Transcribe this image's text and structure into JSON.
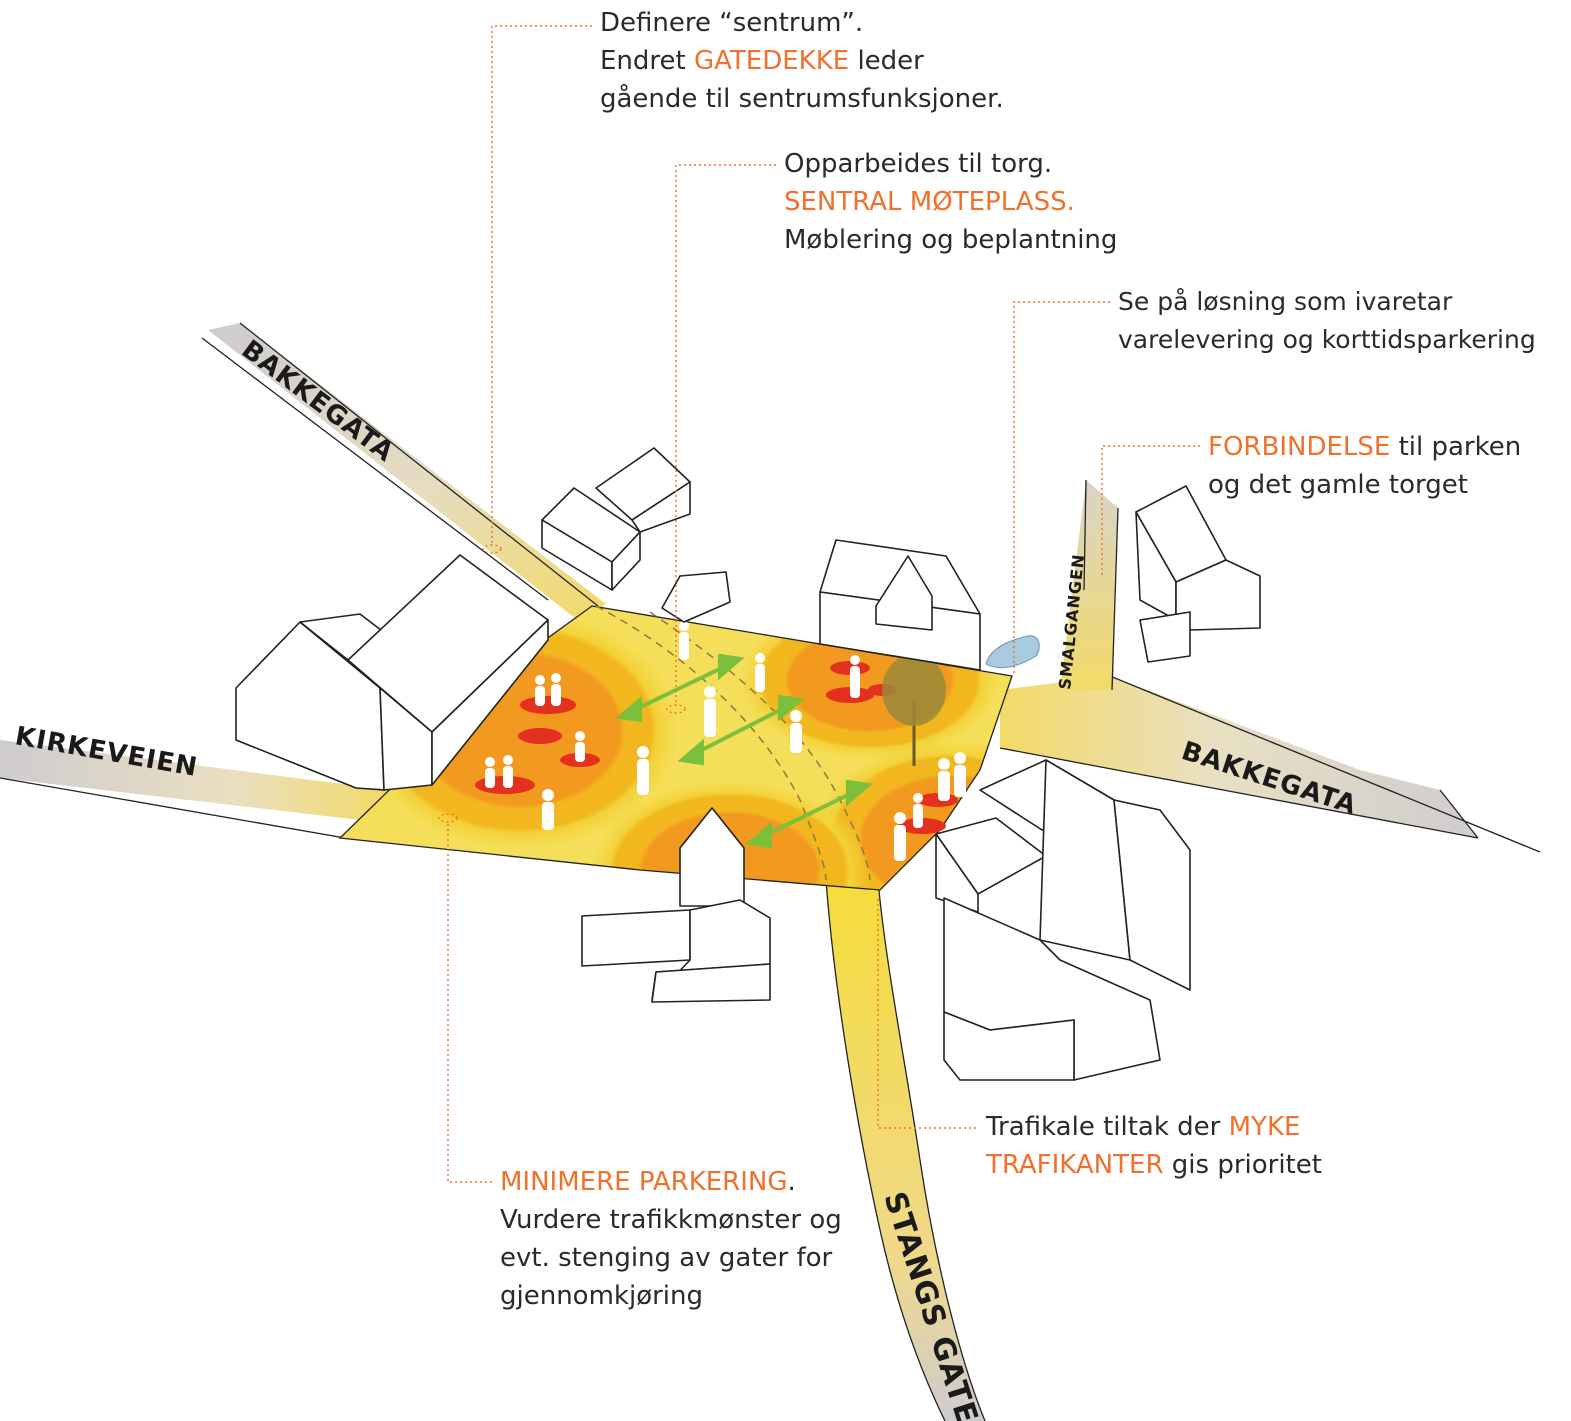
{
  "colors": {
    "accent": "#f0702c",
    "plaza_light": "#f5df5a",
    "plaza_orange": "#f29a1f",
    "plaza_red": "#e4311f",
    "road_gray": "#d8d4d2",
    "arrow_green": "#7bbf3a",
    "car_blue": "#a9cbe0"
  },
  "streets": {
    "bakkegata_nw": "BAKKEGATA",
    "bakkegata_e": "BAKKEGATA",
    "kirkeveien": "KIRKEVEIEN",
    "smalgangen": "SMALGANGEN",
    "stangs_gate": "STANGS GATE"
  },
  "notes": {
    "sentrum": {
      "line1": "Definere “sentrum”.",
      "line2_pre": "Endret ",
      "line2_hl": "GATEDEKKE",
      "line2_post": " leder",
      "line3": "gående til sentrumsfunksjoner."
    },
    "torg": {
      "line1": "Opparbeides til torg.",
      "line2_hl": "SENTRAL MØTEPLASS.",
      "line3": "Møblering og beplantning"
    },
    "varelevering": {
      "line1": "Se på løsning som ivaretar",
      "line2": "varelevering og korttidsparkering"
    },
    "forbindelse": {
      "line1_hl": "FORBINDELSE",
      "line1_post": " til parken",
      "line2": "og det gamle torget"
    },
    "trafikale": {
      "line1_pre": "Trafikale tiltak der  ",
      "line1_hl": "MYKE",
      "line2_hl": "TRAFIKANTER",
      "line2_post": " gis prioritet"
    },
    "parkering": {
      "line1_hl": "MINIMERE PARKERING",
      "line1_post": ".",
      "line2": "Vurdere trafikkmønster og",
      "line3": "evt. stenging av gater for",
      "line4": "gjennomkjøring"
    }
  }
}
